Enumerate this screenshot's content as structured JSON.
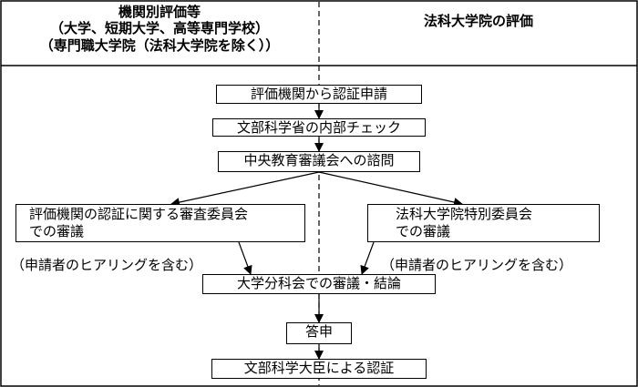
{
  "header": {
    "left_title": "機関別評価等",
    "left_sub1": "（大学、短期大学、高等専門学校）",
    "left_sub2": "（専門職大学院（法科大学院を除く））",
    "right_title": "法科大学院の評価"
  },
  "flow": {
    "step1": "評価機関から認証申請",
    "step2": "文部科学省の内部チェック",
    "step3": "中央教育審議会への諮問",
    "left_committee_line1": "評価機関の認証に関する審査委員会",
    "left_committee_line2": "での審議",
    "right_committee_line1": "法科大学院特別委員会",
    "right_committee_line2": "での審議",
    "left_note": "（申請者のヒアリングを含む）",
    "right_note": "（申請者のヒアリングを含む）",
    "step5": "大学分科会での審議・結論",
    "step6": "答申",
    "step7": "文部科学大臣による認証"
  }
}
